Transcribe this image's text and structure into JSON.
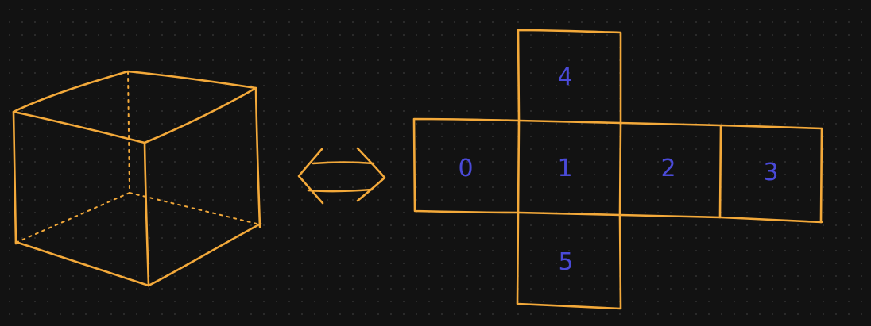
{
  "net": {
    "faces": [
      {
        "id": "face-0",
        "label": "0"
      },
      {
        "id": "face-1",
        "label": "1"
      },
      {
        "id": "face-2",
        "label": "2"
      },
      {
        "id": "face-3",
        "label": "3"
      },
      {
        "id": "face-4",
        "label": "4"
      },
      {
        "id": "face-5",
        "label": "5"
      }
    ]
  },
  "colors": {
    "stroke": "#f3a93a",
    "label": "#4a4ad8",
    "background": "#121212"
  },
  "icons": {
    "relation": "double-arrow-icon"
  }
}
